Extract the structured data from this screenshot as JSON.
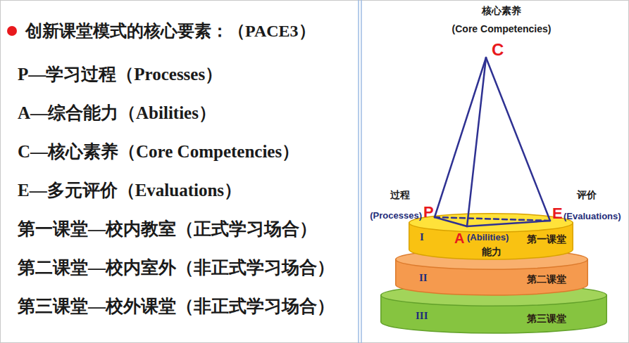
{
  "diagram": {
    "title": "创新课堂模式的核心要素：（PACE3）",
    "nodes": [
      {
        "text": [
          "I",
          "第一课堂"
        ]
      },
      {
        "text": [
          "II",
          "第二课堂"
        ]
      },
      {
        "text": [
          "III",
          "第三课堂"
        ]
      }
    ],
    "labels": [
      "P—学习过程（Processes）",
      "A—综合能力（Abilities）",
      "C—核心素养（Core Competencies）",
      "E—多元评价（Evaluations）",
      "第一课堂—校内教室（正式学习场合）",
      "第二课堂—校内室外（非正式学习场合）",
      "第三课堂—校外课堂（非正式学习场合）",
      "核心素养",
      "(Core Competencies)",
      "C",
      "过程",
      "(Processes)",
      "P",
      "A",
      "(Abilities)",
      "能力",
      "评价",
      "E",
      "(Evaluations)"
    ]
  }
}
